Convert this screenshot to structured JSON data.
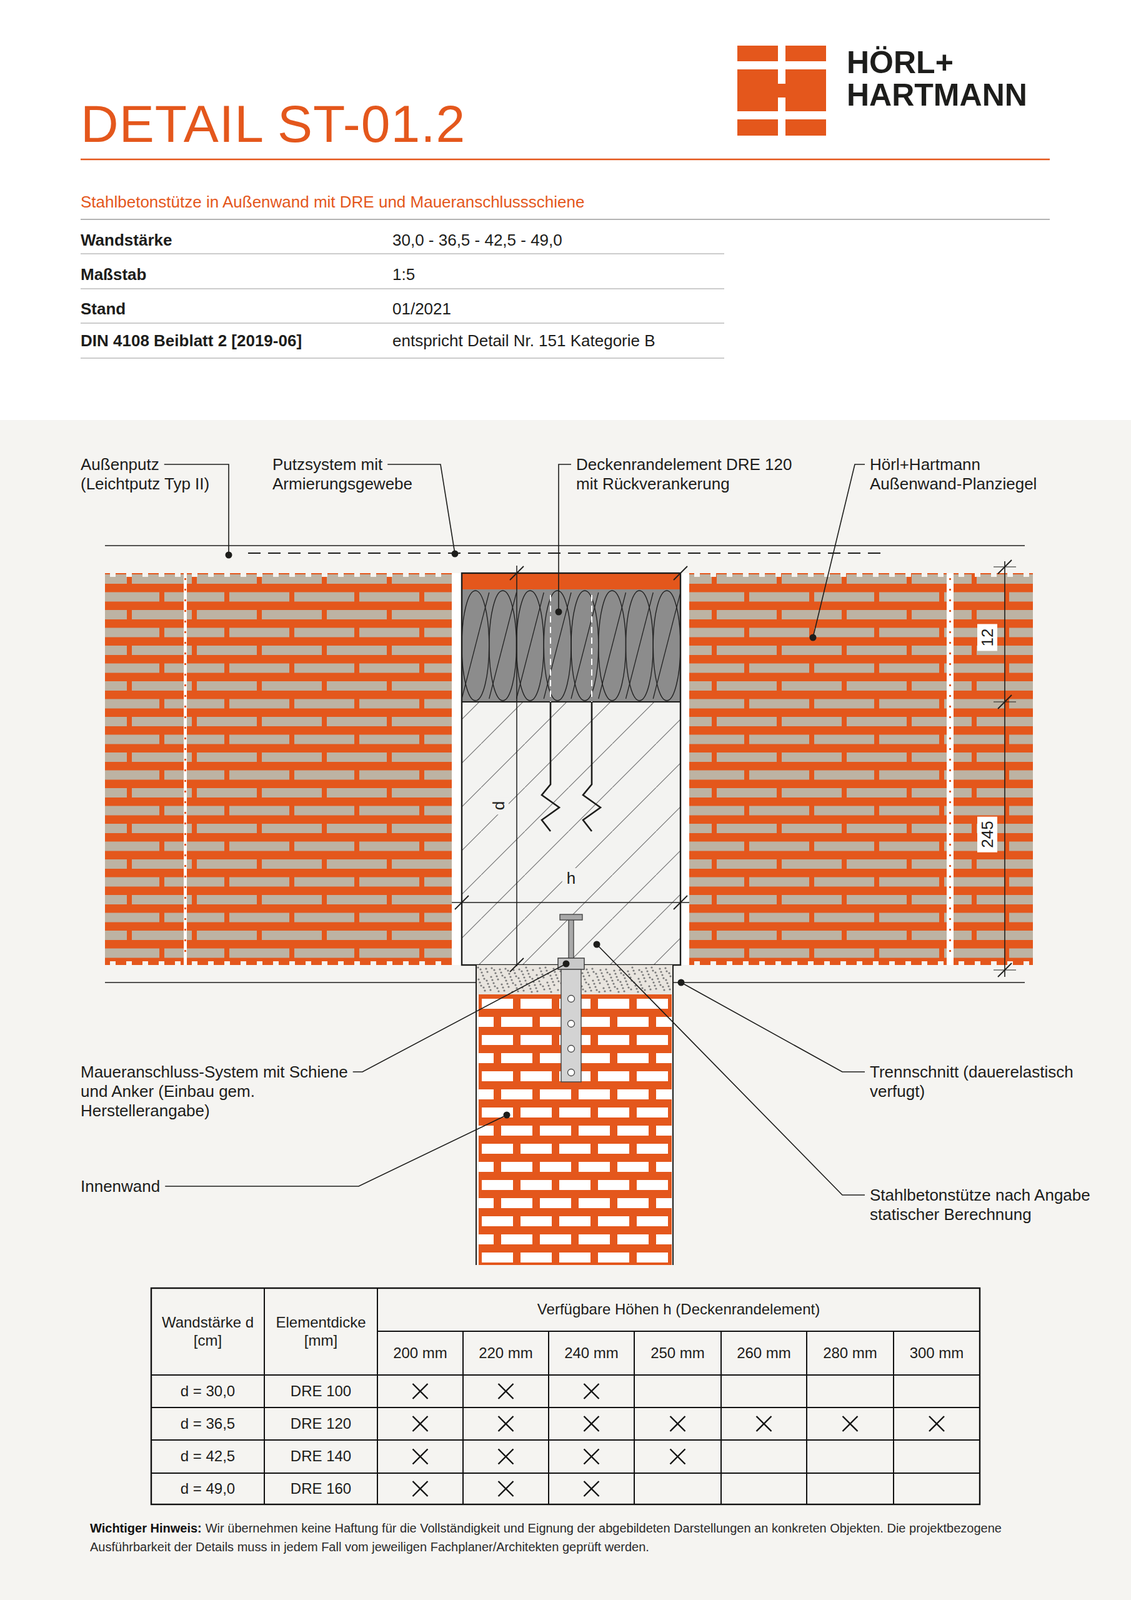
{
  "diagram": {
    "title": "DETAIL ST-01.2",
    "labels": [
      "HÖRL+",
      "HARTMANN",
      "Stahlbetonstütze in Außenwand mit DRE und Maueranschlussschiene",
      "Wandstärke",
      "30,0 - 36,5 - 42,5 - 49,0",
      "Maßstab",
      "1:5",
      "Stand",
      "01/2021",
      "DIN 4108 Beiblatt 2 [2019-06]",
      "entspricht Detail Nr. 151 Kategorie B",
      "Außenputz (Leichtputz Typ II)",
      "Putzsystem mit Armierungsgewebe",
      "Deckenrandelement DRE 120 mit Rückverankerung",
      "Hörl+Hartmann Außenwand-Planziegel",
      "12",
      "245",
      "d",
      "h",
      "Maueranschluss-System mit Schiene und Anker (Einbau gem. Herstellerangabe)",
      "Trennschnitt (dauerelastisch verfugt)",
      "Innenwand",
      "Stahlbetonstütze nach Angabe statischer Berechnung",
      "Wandstärke d [cm]",
      "Elementdicke [mm]",
      "Verfügbare Höhen h (Deckenrandelement)",
      "200 mm",
      "220 mm",
      "240 mm",
      "250 mm",
      "260 mm",
      "280 mm",
      "300 mm",
      "d = 30,0",
      "DRE 100",
      "d = 36,5",
      "DRE 120",
      "d = 42,5",
      "DRE 140",
      "d = 49,0",
      "DRE 160",
      "Wichtiger Hinweis:",
      "Wir übernehmen keine Haftung für die Vollständigkeit und Eignung der abgebildeten Darstellungen an konkreten Objekten. Die projektbezogene Ausführbarkeit der Details muss in jedem Fall vom jeweiligen Fachplaner/Architekten geprüft werden."
    ]
  }
}
